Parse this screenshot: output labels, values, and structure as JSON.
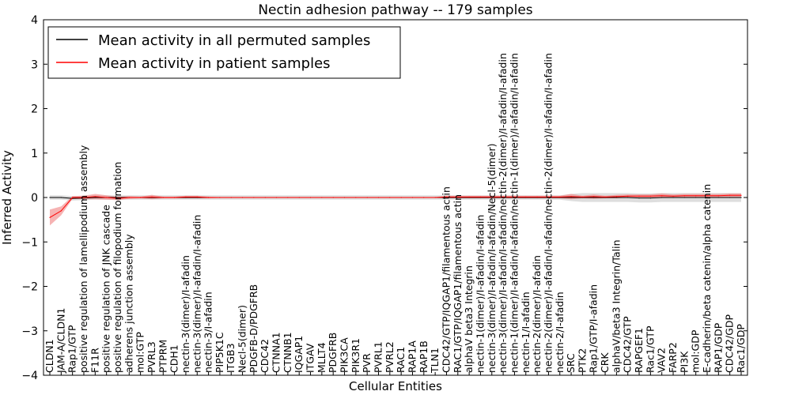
{
  "chart_data": {
    "type": "line",
    "title": "Nectin adhesion pathway -- 179 samples",
    "xlabel": "Cellular Entities",
    "ylabel": "Inferred Activity",
    "ylim": [
      -4,
      4
    ],
    "yticks": [
      "−4",
      "−3",
      "−2",
      "−1",
      "0",
      "1",
      "2",
      "3",
      "4"
    ],
    "grid": false,
    "legend_position": "top-left",
    "categories": [
      "CLDN1",
      "JAM-A/CLDN1",
      "Rap1/GTP",
      "positive regulation of lamellipodium assembly",
      "F11R",
      "positive regulation of JNK cascade",
      "positive regulation of filopodium formation",
      "adherens junction assembly",
      "mol:GTP",
      "PVRL3",
      "PTPRM",
      "CDH1",
      "nectin-3(dimer)/I-afadin",
      "nectin-3(dimer)/I-afadin/I-afadin",
      "nectin-3/I-afadin",
      "PIP5K1C",
      "ITGB3",
      "Necl-5(dimer)",
      "PDGFB-D/PDGFRB",
      "CDC42",
      "CTNNA1",
      "CTNNB1",
      "IQGAP1",
      "ITGAV",
      "MLLT4",
      "PDGFRB",
      "PIK3CA",
      "PIK3R1",
      "PVR",
      "PVRL1",
      "PVRL2",
      "RAC1",
      "RAP1A",
      "RAP1B",
      "TLN1",
      "CDC42/GTP/IQGAP1/filamentous actin",
      "RAC1/GTP/IQGAP1/filamentous actin",
      "alphaV beta3 Integrin",
      "nectin-1(dimer)/I-afadin/I-afadin",
      "nectin-3(dimer)/I-afadin/I-afadin/Necl-5(dimer)",
      "nectin-3(dimer)/I-afadin/I-afadin/nectin-2(dimer)/I-afadin/I-afadin",
      "nectin-1(dimer)/I-afadin/I-afadin/nectin-1(dimer)/I-afadin/I-afadin",
      "nectin-1/I-afadin",
      "nectin-2(dimer)/I-afadin",
      "nectin-2(dimer)/I-afadin/I-afadin/nectin-2(dimer)/I-afadin/I-afadin",
      "nectin-2/I-afadin",
      "SRC",
      "PTK2",
      "Rap1/GTP/I-afadin",
      "CRK",
      "alphaV/beta3 Integrin/Talin",
      "CDC42/GTP",
      "RAPGEF1",
      "Rac1/GTP",
      "VAV2",
      "FARP2",
      "PI3K",
      "mol:GDP",
      "E-cadherin/beta catenin/alpha catenin",
      "RAP1/GDP",
      "CDC42/GDP",
      "Rac1/GDP"
    ],
    "series": [
      {
        "name": "Mean activity in all permuted samples",
        "color": "#000000",
        "band_color": "#c8c8c8",
        "values": [
          0,
          0,
          -0.02,
          -0.01,
          0,
          0,
          0,
          0,
          0,
          0,
          0,
          0,
          0,
          0,
          0,
          0,
          0,
          0,
          0,
          0,
          0,
          0,
          0,
          0,
          0,
          0,
          0,
          0,
          0,
          0,
          0,
          0,
          0,
          0,
          0,
          0,
          0,
          0,
          0,
          0,
          0,
          0,
          0,
          0,
          0,
          0,
          0,
          0,
          0,
          0,
          0,
          0,
          -0.01,
          -0.01,
          0,
          0,
          0,
          0,
          0,
          0,
          0,
          0
        ],
        "band": [
          0.05,
          0.05,
          0.05,
          0.05,
          0.05,
          0.05,
          0.05,
          0.05,
          0.05,
          0.05,
          0.05,
          0.05,
          0.05,
          0.05,
          0.05,
          0.05,
          0.05,
          0.05,
          0.05,
          0.05,
          0.05,
          0.05,
          0.05,
          0.05,
          0.05,
          0.05,
          0.05,
          0.05,
          0.05,
          0.05,
          0.05,
          0.05,
          0.05,
          0.05,
          0.05,
          0.05,
          0.05,
          0.05,
          0.05,
          0.05,
          0.05,
          0.05,
          0.05,
          0.05,
          0.05,
          0.05,
          0.08,
          0.1,
          0.1,
          0.1,
          0.1,
          0.1,
          0.1,
          0.1,
          0.1,
          0.1,
          0.1,
          0.1,
          0.1,
          0.1,
          0.1,
          0.1
        ]
      },
      {
        "name": "Mean activity in patient samples",
        "color": "#ff0000",
        "band_color": "#f08080",
        "values": [
          -0.45,
          -0.3,
          0,
          0,
          0.02,
          0,
          -0.02,
          0,
          0,
          0.01,
          0,
          0,
          0.01,
          0.01,
          0,
          0,
          0,
          0,
          0,
          0,
          0,
          0,
          0,
          0,
          0,
          0,
          0,
          0,
          0,
          0,
          0,
          0,
          0,
          0,
          0,
          0.01,
          0.01,
          0.01,
          0.01,
          0.01,
          0.01,
          0.01,
          0.01,
          0.01,
          0.01,
          0.01,
          0.02,
          0.01,
          0.02,
          0.01,
          0.02,
          0.03,
          0.03,
          0.03,
          0.04,
          0.03,
          0.04,
          0.04,
          0.04,
          0.04,
          0.05,
          0.05
        ],
        "band": [
          0.18,
          0.1,
          0.03,
          0.04,
          0.06,
          0.05,
          0.04,
          0.03,
          0.02,
          0.05,
          0.02,
          0.02,
          0.03,
          0.03,
          0.02,
          0.01,
          0.01,
          0.01,
          0.01,
          0.01,
          0.01,
          0.01,
          0.01,
          0.01,
          0.01,
          0.01,
          0.01,
          0.01,
          0.01,
          0.01,
          0.01,
          0.01,
          0.01,
          0.01,
          0.01,
          0.03,
          0.03,
          0.03,
          0.03,
          0.03,
          0.03,
          0.03,
          0.03,
          0.03,
          0.03,
          0.03,
          0.06,
          0.03,
          0.05,
          0.03,
          0.04,
          0.04,
          0.04,
          0.04,
          0.05,
          0.04,
          0.04,
          0.04,
          0.04,
          0.04,
          0.04,
          0.04
        ]
      }
    ]
  }
}
